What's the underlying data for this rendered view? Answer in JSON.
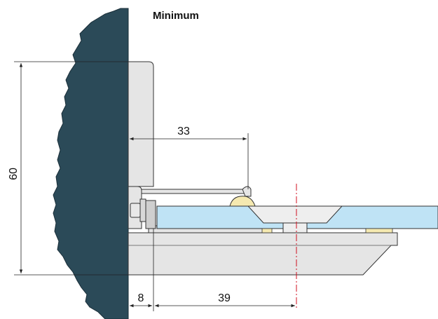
{
  "title": "Minimum",
  "dimensions": {
    "height": "60",
    "clamp_depth": "33",
    "wall_offset": "8",
    "hole_offset": "39"
  },
  "colors": {
    "wall": "#2b4a58",
    "profile": "#e5e5e5",
    "glass": "#bfe3f5",
    "gasket": "#f5e9b0",
    "centerline": "#d01020",
    "line": "#222222"
  }
}
